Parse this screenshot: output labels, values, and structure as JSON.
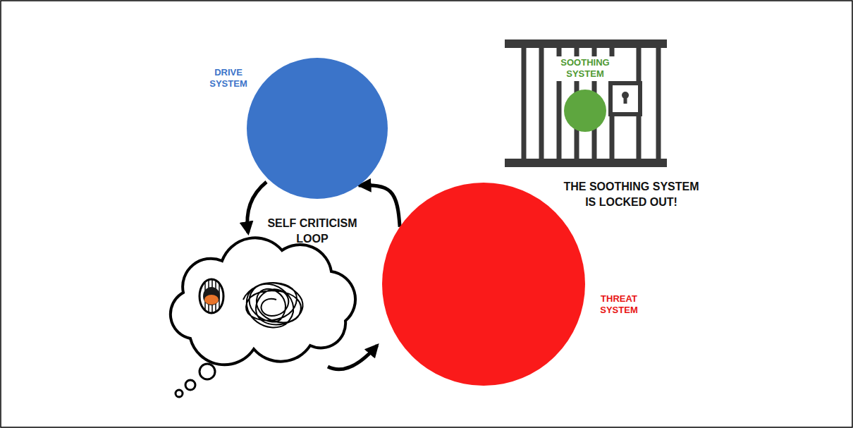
{
  "diagram": {
    "nodes": [
      {
        "text": [
          "DRIVE SYSTEM"
        ]
      },
      {
        "text": [
          "SOOTHING SYSTEM"
        ]
      },
      {
        "text": [
          "THREAT SYSTEM"
        ]
      }
    ],
    "edges": [
      {
        "from": 2,
        "to": 0,
        "arrow": "to"
      }
    ],
    "labels": [
      "SELF CRITICISM LOOP",
      "THE SOOTHING SYSTEM IS LOCKED OUT!"
    ]
  }
}
